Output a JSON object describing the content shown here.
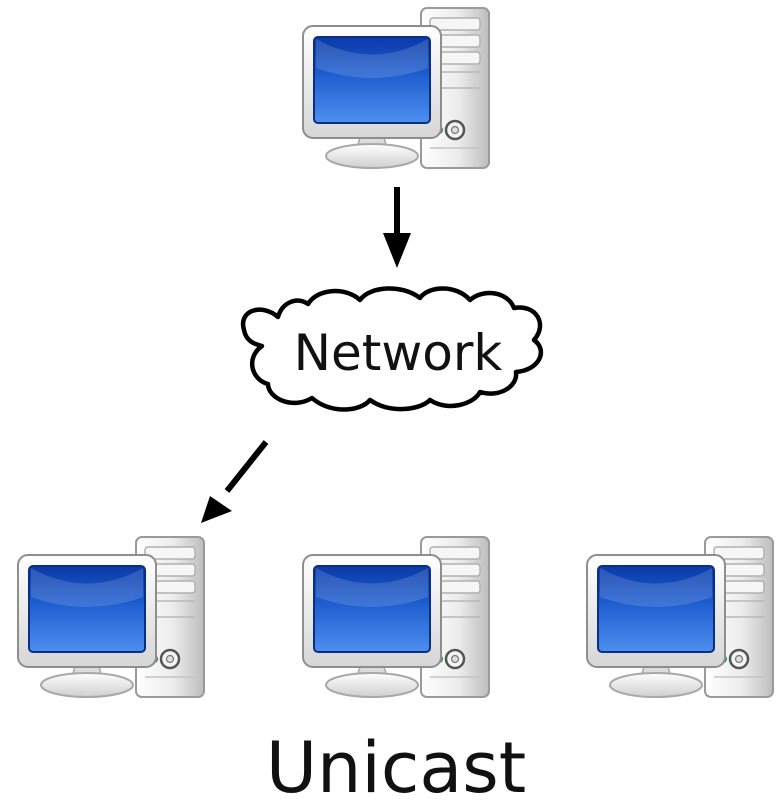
{
  "diagram": {
    "network_label": "Network",
    "caption": "Unicast"
  },
  "nodes": [
    {
      "role": "sender",
      "icon": "desktop-computer-icon"
    },
    {
      "role": "receiver",
      "icon": "desktop-computer-icon"
    },
    {
      "role": "idle",
      "icon": "desktop-computer-icon"
    },
    {
      "role": "idle",
      "icon": "desktop-computer-icon"
    }
  ],
  "cloud_icon": "network-cloud-icon",
  "colors": {
    "screen": "#1f5fd0",
    "line": "#000000",
    "background": "#ffffff"
  }
}
